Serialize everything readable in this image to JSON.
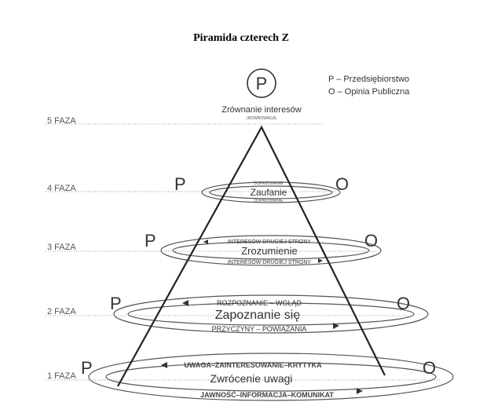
{
  "title": "Piramida czterech Z",
  "apex_symbol": "P",
  "legend": [
    "P – Przedsiębiorstwo",
    "O – Opinia Publiczna"
  ],
  "phases": [
    {
      "label": "5 FAZA",
      "main": "Zrównanie interesów",
      "sub": "(RÓWNOWAGA)"
    },
    {
      "label": "4 FAZA",
      "main": "Zaufanie",
      "top": "DOPASOWANIE",
      "bottom": "DOPASOWANIE",
      "left": "P",
      "right": "O"
    },
    {
      "label": "3 FAZA",
      "main": "Zrozumienie",
      "top": "INTERESÓW DRUGIEJ STRONY",
      "bottom": "INTERESÓW DRUGIEJ STRONY",
      "left": "P",
      "right": "O"
    },
    {
      "label": "2 FAZA",
      "main": "Zapoznanie się",
      "top": "ROZPOZNANIE – WGLĄD",
      "bottom": "PRZYCZYNY – POWIĄZANIA",
      "left": "P",
      "right": "O"
    },
    {
      "label": "1 FAZA",
      "main": "Zwrócenie uwagi",
      "top": "UWAGA–ZAINTERESOWANIE–KRYTYKA",
      "bottom": "JAWNOŚĆ–INFORMACJA–KOMUNIKAT",
      "left": "P",
      "right": "O"
    }
  ]
}
